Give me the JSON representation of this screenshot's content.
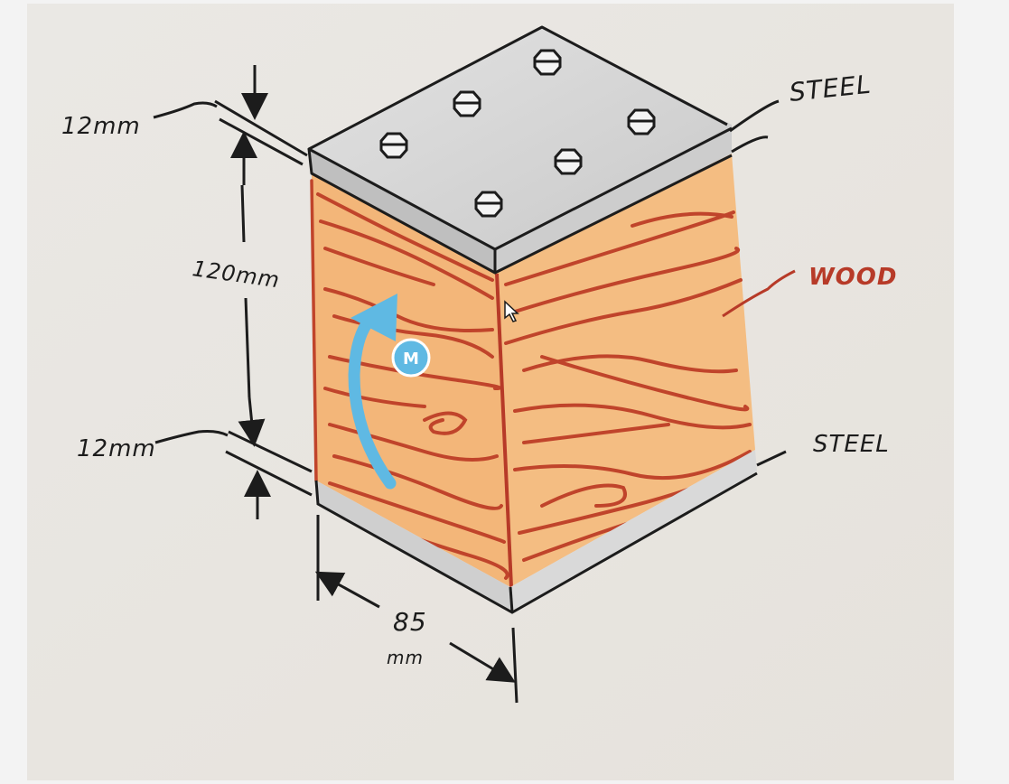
{
  "labels": {
    "top_plate_thickness": "12mm",
    "core_height": "120mm",
    "bottom_plate_thickness": "12mm",
    "width_value": "85",
    "width_unit": "mm",
    "top_material": "STEEL",
    "core_material": "WOOD",
    "bottom_material": "STEEL",
    "moment_symbol": "M"
  },
  "colors": {
    "paper": "#e9e6e1",
    "steel": "#d4d4d4",
    "wood": "#f3b679",
    "grain": "#c0442b",
    "ink": "#1c1c1c",
    "moment_arrow": "#5fb9e3",
    "wood_label": "#b73a28"
  },
  "icons": {
    "bolt": "hex-bolt",
    "moment": "curved-arrow"
  }
}
